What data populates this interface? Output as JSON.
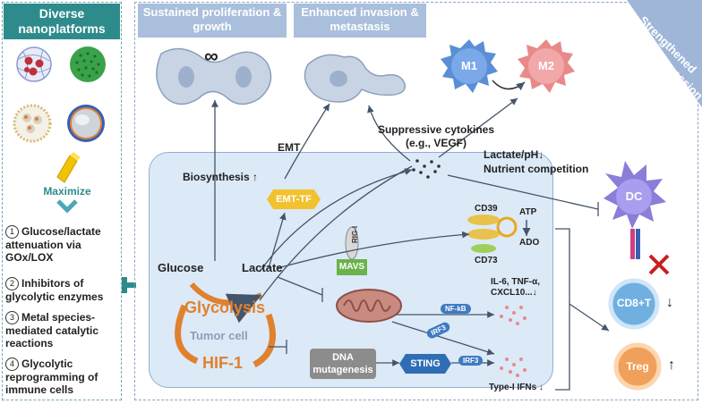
{
  "left": {
    "title": "Diverse nanoplatforms",
    "maximize": "Maximize",
    "items": [
      {
        "num": "1",
        "text": "Glucose/lactate attenuation via GOx/LOX"
      },
      {
        "num": "2",
        "text": "Inhibitors of glycolytic enzymes"
      },
      {
        "num": "3",
        "text": "Metal species-mediated catalytic reactions"
      },
      {
        "num": "4",
        "text": "Glycolytic reprogramming of immune cells"
      }
    ]
  },
  "headers": {
    "proliferation": "Sustained proliferation & growth",
    "invasion": "Enhanced invasion & metastasis",
    "immuno": "Strengthened Immunosuppression"
  },
  "labels": {
    "infinity": "∞",
    "emt": "EMT",
    "cytokines": "Suppressive cytokines (e.g., VEGF)",
    "lactate_ph": "Lactate/pH↓",
    "nutrient": "Nutrient competition",
    "biosynthesis": "Biosynthesis ↑",
    "emt_tf": "EMT-TF",
    "glucose": "Glucose",
    "lactate": "Lactate",
    "glycolysis": "Glycolysis",
    "tumor_cell": "Tumor cell",
    "hif1": "HIF-1",
    "rig1": "RIG-I",
    "mavs": "MAVS",
    "nfkb": "NF-kB",
    "irf3_a": "IRF3",
    "irf3_b": "IRF3",
    "dna": "DNA mutagenesis",
    "sting": "STING",
    "cd39": "CD39",
    "cd73": "CD73",
    "atp": "ATP",
    "ado": "ADO",
    "cytokine_list": "IL-6, TNF-α, CXCL10...↓",
    "type1": "Type-I IFNs ↓",
    "m1": "M1",
    "m2": "M2",
    "dc": "DC",
    "cd8": "CD8+T",
    "treg": "Treg",
    "cd8_arrow": "↓",
    "treg_arrow": "↑"
  },
  "colors": {
    "teal": "#2e8b8b",
    "header_blue": "#a9bfdc",
    "glycolysis_orange": "#e0812e",
    "emt_yellow": "#f2c12e",
    "m1_blue": "#5a8fd6",
    "m2_red": "#e88a8a",
    "dc_purple": "#8a7ed8",
    "cd8_blue": "#6fb0e0",
    "treg_orange": "#f0a05a",
    "sting_blue": "#2f6db5",
    "mavs_green": "#6ab24a"
  }
}
